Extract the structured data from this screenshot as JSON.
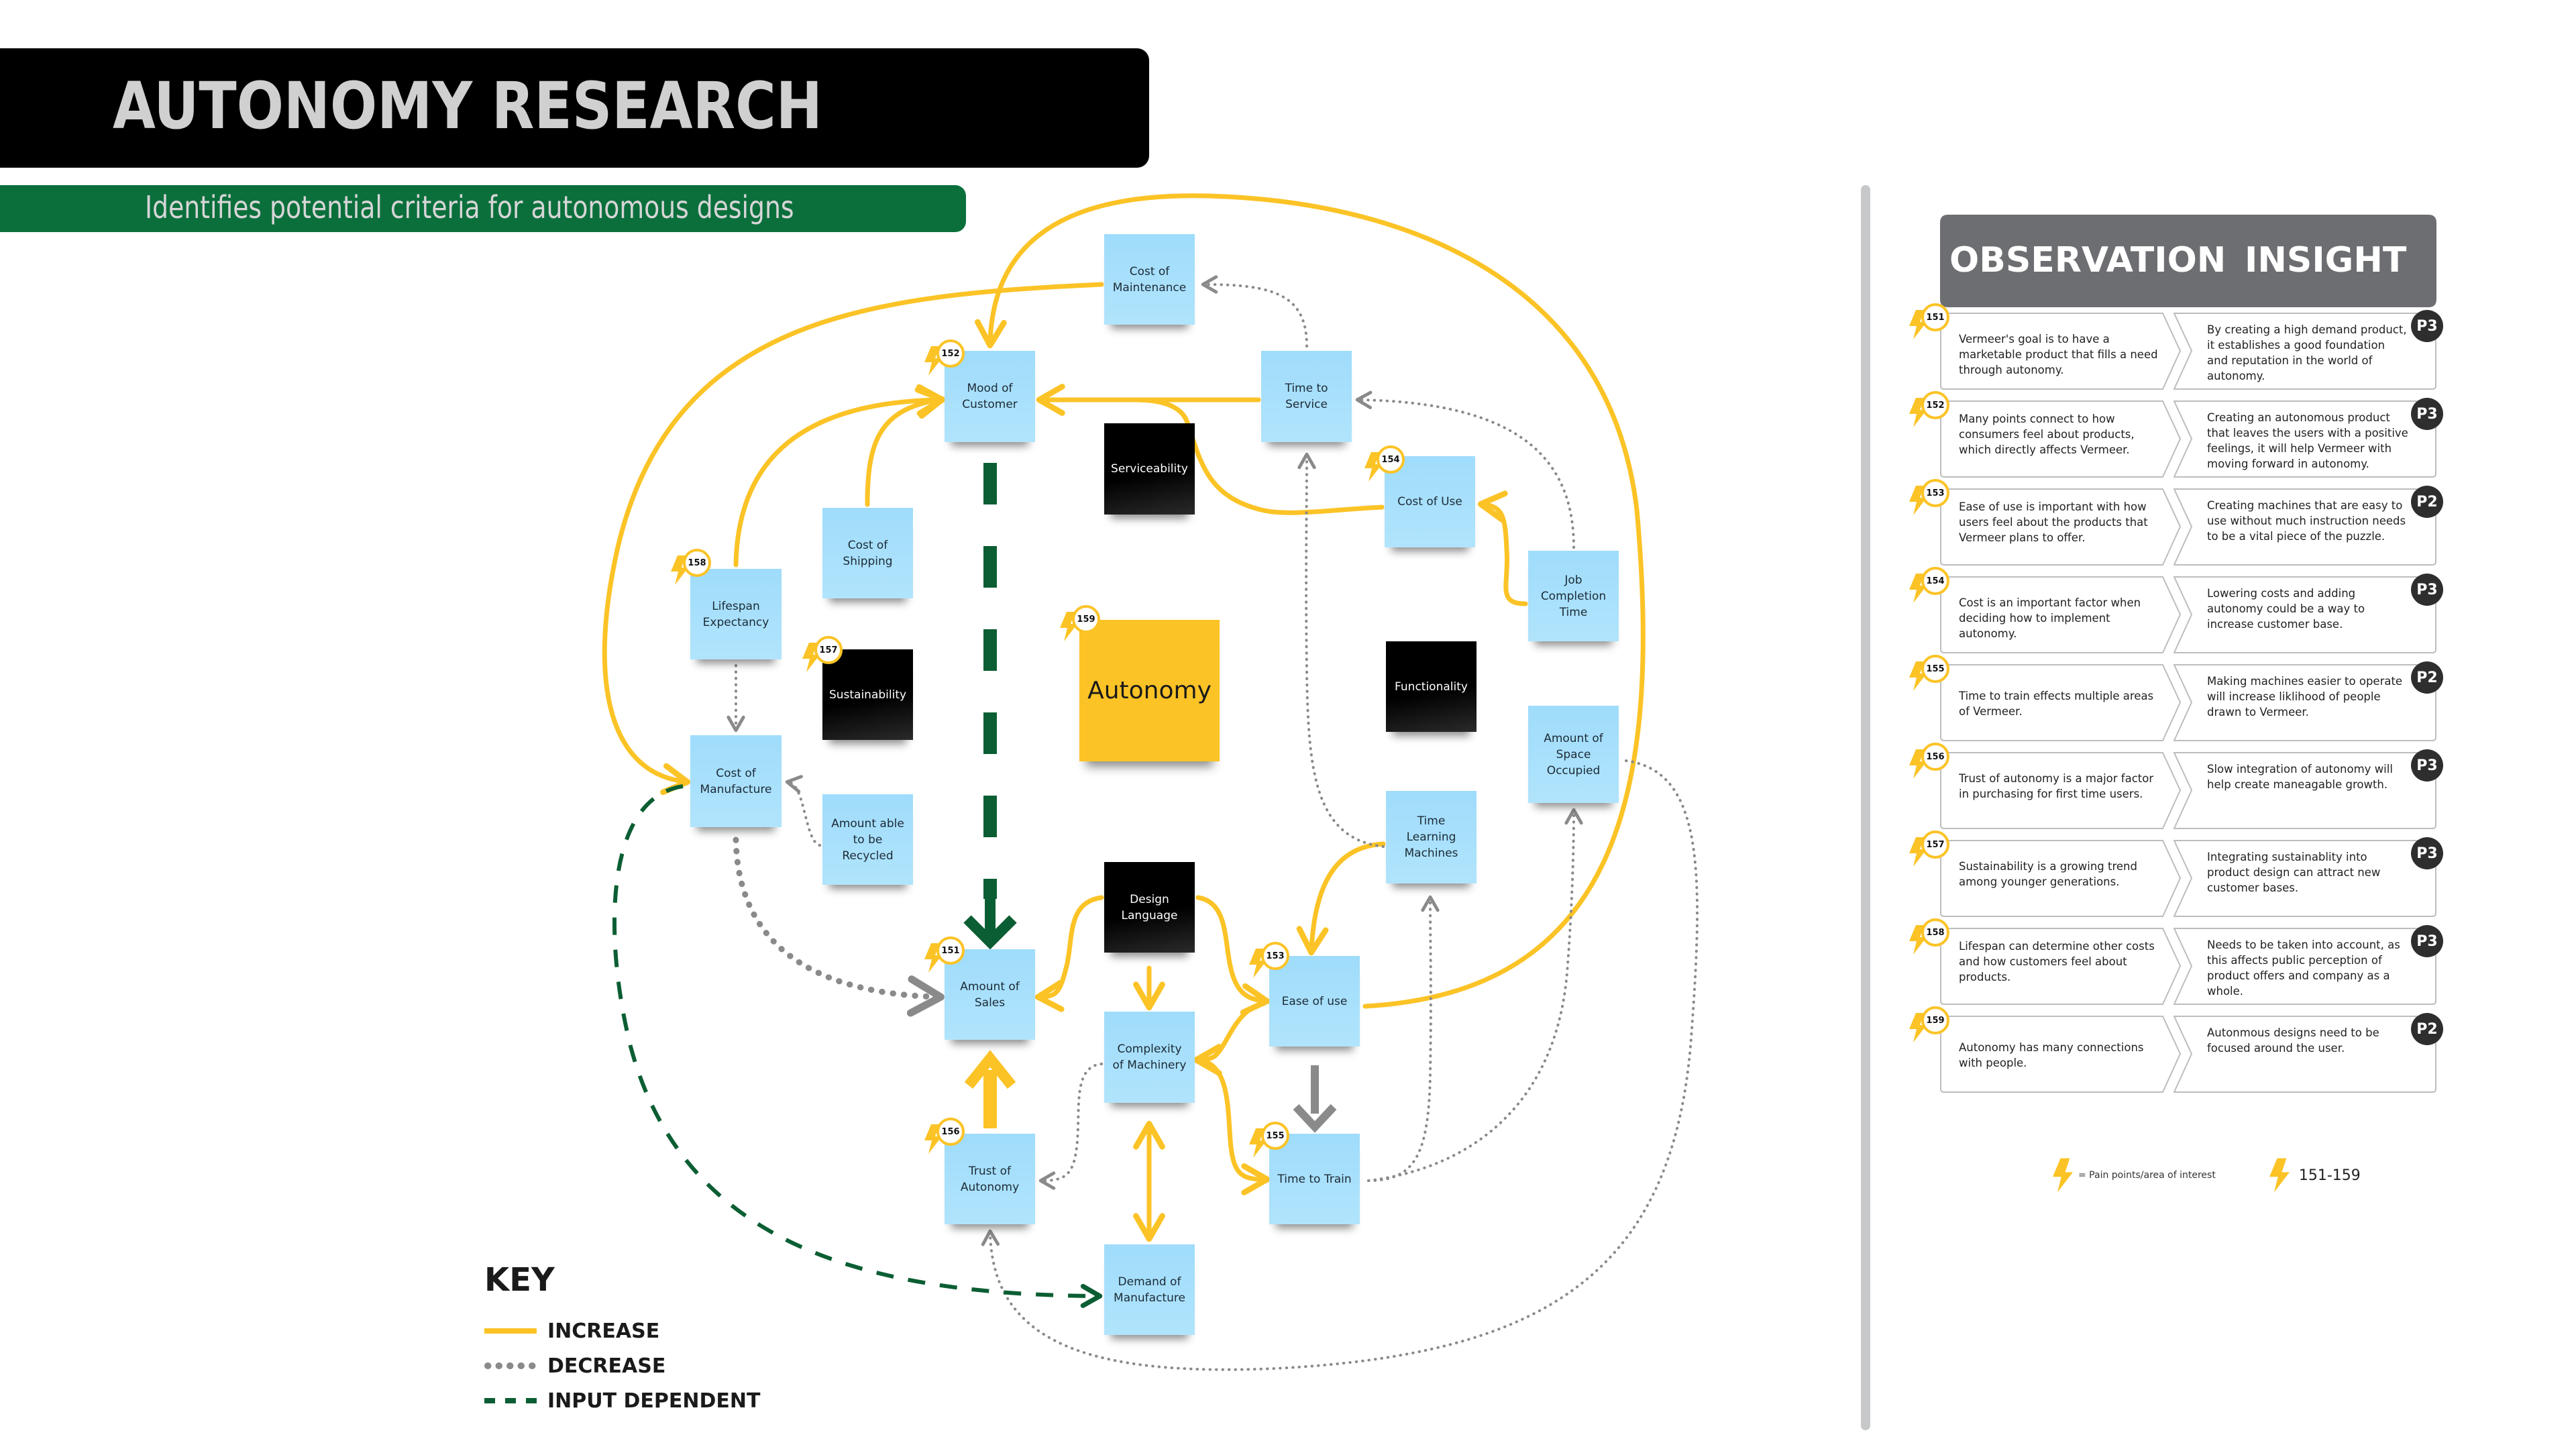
{
  "header": {
    "title": "AUTONOMY RESEARCH",
    "subtitle": "Identifies potential criteria for autonomous designs"
  },
  "colors": {
    "increase": "#fbc326",
    "decrease": "#8a8a8a",
    "input_dependent": "#0b5e33",
    "note_blue": "#a6def9",
    "note_black": "#000000",
    "note_yellow": "#fbc326",
    "header_gray": "#6d6e71",
    "priority_dark": "#2e2e2e",
    "title_green": "#0b6f3c"
  },
  "diagram": {
    "nodes": [
      {
        "id": "cost_maintenance",
        "label": "Cost of Maintenance",
        "type": "factor"
      },
      {
        "id": "mood_customer",
        "label": "Mood of Customer",
        "type": "factor",
        "badge": "152"
      },
      {
        "id": "time_service",
        "label": "Time to Service",
        "type": "factor"
      },
      {
        "id": "serviceability",
        "label": "Serviceability",
        "type": "category"
      },
      {
        "id": "cost_use",
        "label": "Cost of Use",
        "type": "factor",
        "badge": "154"
      },
      {
        "id": "cost_shipping",
        "label": "Cost of Shipping",
        "type": "factor"
      },
      {
        "id": "lifespan",
        "label": "Lifespan Expectancy",
        "type": "factor",
        "badge": "158"
      },
      {
        "id": "job_completion",
        "label": "Job Completion Time",
        "type": "factor"
      },
      {
        "id": "sustainability",
        "label": "Sustainability",
        "type": "category",
        "badge": "157"
      },
      {
        "id": "autonomy",
        "label": "Autonomy",
        "type": "core",
        "badge": "159"
      },
      {
        "id": "functionality",
        "label": "Functionality",
        "type": "category"
      },
      {
        "id": "space_occupied",
        "label": "Amount of Space Occupied",
        "type": "factor"
      },
      {
        "id": "cost_manufacture",
        "label": "Cost of Manufacture",
        "type": "factor"
      },
      {
        "id": "recycled",
        "label": "Amount able to be Recycled",
        "type": "factor"
      },
      {
        "id": "time_learning",
        "label": "Time Learning Machines",
        "type": "factor"
      },
      {
        "id": "design_language",
        "label": "Design Language",
        "type": "category"
      },
      {
        "id": "amount_sales",
        "label": "Amount of Sales",
        "type": "factor",
        "badge": "151"
      },
      {
        "id": "ease_use",
        "label": "Ease of use",
        "type": "factor",
        "badge": "153"
      },
      {
        "id": "complexity",
        "label": "Complexity of  Machinery",
        "type": "factor"
      },
      {
        "id": "trust",
        "label": "Trust of Autonomy",
        "type": "factor",
        "badge": "156"
      },
      {
        "id": "time_train",
        "label": "Time to Train",
        "type": "factor",
        "badge": "155"
      },
      {
        "id": "demand_manufacture",
        "label": "Demand of Manufacture",
        "type": "factor"
      }
    ],
    "edges": [
      {
        "from": "cost_maintenance",
        "to": "cost_manufacture",
        "kind": "increase"
      },
      {
        "from": "time_service",
        "to": "cost_maintenance",
        "kind": "decrease"
      },
      {
        "from": "time_service",
        "to": "mood_customer",
        "kind": "increase"
      },
      {
        "from": "cost_use",
        "to": "mood_customer",
        "kind": "increase"
      },
      {
        "from": "cost_shipping",
        "to": "mood_customer",
        "kind": "increase"
      },
      {
        "from": "lifespan",
        "to": "mood_customer",
        "kind": "increase"
      },
      {
        "from": "ease_use",
        "to": "mood_customer",
        "kind": "increase"
      },
      {
        "from": "job_completion",
        "to": "time_service",
        "kind": "decrease"
      },
      {
        "from": "job_completion",
        "to": "cost_use",
        "kind": "increase"
      },
      {
        "from": "time_learning",
        "to": "time_service",
        "kind": "decrease"
      },
      {
        "from": "lifespan",
        "to": "cost_manufacture",
        "kind": "decrease"
      },
      {
        "from": "recycled",
        "to": "cost_manufacture",
        "kind": "decrease"
      },
      {
        "from": "cost_manufacture",
        "to": "amount_sales",
        "kind": "decrease"
      },
      {
        "from": "cost_manufacture",
        "to": "demand_manufacture",
        "kind": "input_dependent"
      },
      {
        "from": "mood_customer",
        "to": "amount_sales",
        "kind": "input_dependent"
      },
      {
        "from": "design_language",
        "to": "amount_sales",
        "kind": "increase"
      },
      {
        "from": "design_language",
        "to": "complexity",
        "kind": "increase"
      },
      {
        "from": "design_language",
        "to": "ease_use",
        "kind": "increase"
      },
      {
        "from": "trust",
        "to": "amount_sales",
        "kind": "increase"
      },
      {
        "from": "complexity",
        "to": "trust",
        "kind": "decrease"
      },
      {
        "from": "ease_use",
        "to": "complexity",
        "kind": "increase"
      },
      {
        "from": "complexity",
        "to": "time_train",
        "kind": "increase"
      },
      {
        "from": "complexity",
        "to": "demand_manufacture",
        "kind": "increase"
      },
      {
        "from": "time_learning",
        "to": "ease_use",
        "kind": "increase"
      },
      {
        "from": "ease_use",
        "to": "time_train",
        "kind": "decrease"
      },
      {
        "from": "time_train",
        "to": "time_learning",
        "kind": "decrease"
      },
      {
        "from": "time_train",
        "to": "space_occupied",
        "kind": "decrease"
      },
      {
        "from": "space_occupied",
        "to": "trust",
        "kind": "decrease"
      }
    ]
  },
  "key": {
    "title": "KEY",
    "items": [
      {
        "kind": "increase",
        "label": "INCREASE"
      },
      {
        "kind": "decrease",
        "label": "DECREASE"
      },
      {
        "kind": "input_dependent",
        "label": "INPUT DEPENDENT"
      }
    ]
  },
  "panel": {
    "observation_header": "OBSERVATION",
    "insight_header": "INSIGHT",
    "rows": [
      {
        "id": "151",
        "observation": "Vermeer's goal is to have a marketable product that fills a need through autonomy.",
        "insight": "By creating a high demand product, it establishes a good foundation and reputation in the world of autonomy.",
        "priority": "P3"
      },
      {
        "id": "152",
        "observation": "Many points connect to how consumers feel about products, which directly affects Vermeer.",
        "insight": "Creating an autonomous product that leaves the users with a positive feelings, it will help Vermeer with moving forward in autonomy.",
        "priority": "P3"
      },
      {
        "id": "153",
        "observation": "Ease of use is important with how users feel about the products that Vermeer plans to offer.",
        "insight": "Creating machines that are easy to use without much instruction needs to be a vital piece of the puzzle.",
        "priority": "P2"
      },
      {
        "id": "154",
        "observation": "Cost is an important factor when deciding how to implement autonomy.",
        "insight": "Lowering costs and adding autonomy could be a way to increase customer base.",
        "priority": "P3"
      },
      {
        "id": "155",
        "observation": "Time to train effects multiple areas of Vermeer.",
        "insight": "Making machines easier to operate will increase liklihood of people drawn to Vermeer.",
        "priority": "P2"
      },
      {
        "id": "156",
        "observation": "Trust of autonomy is a major factor in purchasing for first time users.",
        "insight": "Slow integration of autonomy will help create maneagable growth.",
        "priority": "P3"
      },
      {
        "id": "157",
        "observation": "Sustainability is a growing trend among younger generations.",
        "insight": "Integrating sustainablity into product design can attract new customer bases.",
        "priority": "P3"
      },
      {
        "id": "158",
        "observation": "Lifespan can determine other costs and how customers feel about products.",
        "insight": "Needs to be taken into account, as this affects public perception of product offers and company as a whole.",
        "priority": "P3"
      },
      {
        "id": "159",
        "observation": "Autonomy has many connections with people.",
        "insight": "Autonmous designs need to be focused around the user.",
        "priority": "P2"
      }
    ]
  },
  "legend": {
    "icon": "lightning-bolt-icon",
    "pain_points_label": "= Pain points/area of interest",
    "range_label": "151-159"
  }
}
